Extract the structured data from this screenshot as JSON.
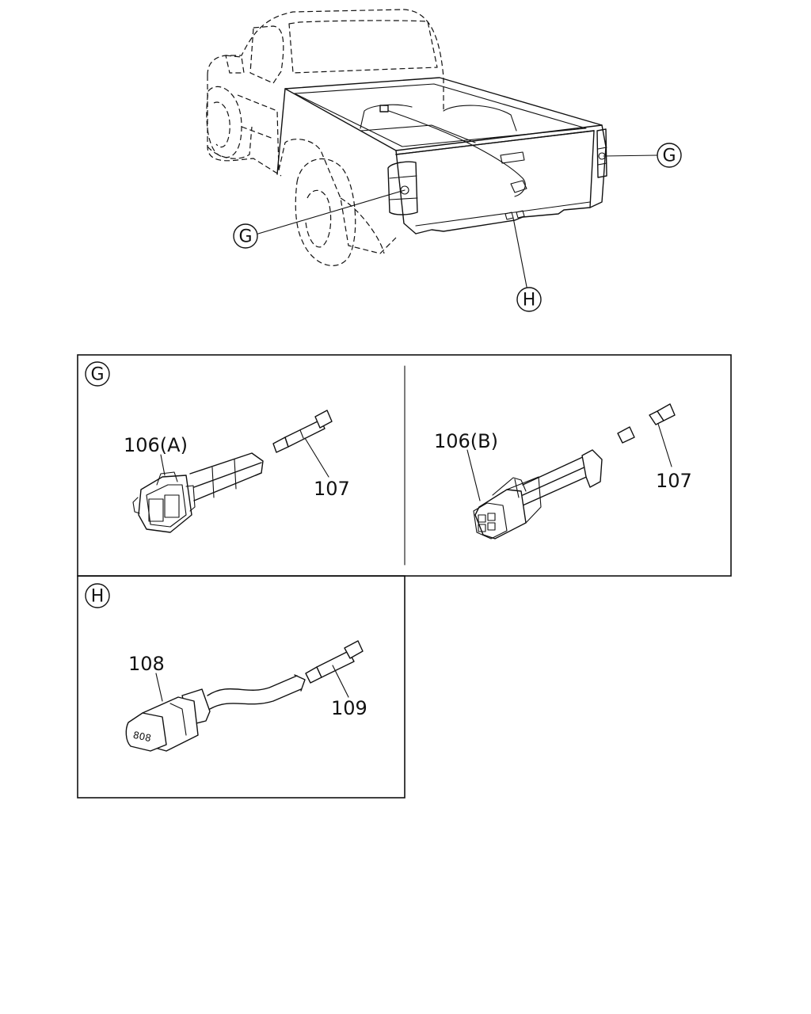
{
  "callouts": {
    "g_left": "G",
    "g_right": "G",
    "h_bottom": "H"
  },
  "panels": {
    "g": {
      "badge": "G",
      "left_connector_label": "106(A)",
      "left_terminal_label": "107",
      "right_connector_label": "106(B)",
      "right_terminal_label": "107"
    },
    "h": {
      "badge": "H",
      "connector_label": "108",
      "terminal_label": "109",
      "connector_face_text": "808"
    }
  }
}
